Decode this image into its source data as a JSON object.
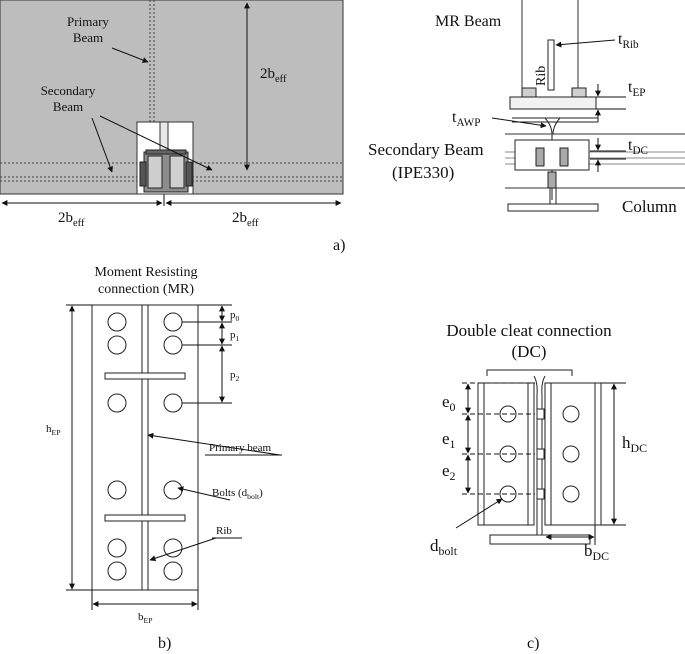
{
  "panel_a": {
    "label": "a)",
    "plan": {
      "primary_beam": [
        "Primary",
        "Beam"
      ],
      "secondary_beam": [
        "Secondary",
        "Beam"
      ],
      "dim_vertical": {
        "main": "2b",
        "sub": "eff"
      },
      "dim_left": {
        "main": "2b",
        "sub": "eff"
      },
      "dim_right": {
        "main": "2b",
        "sub": "eff"
      }
    },
    "section": {
      "mr_beam": "MR Beam",
      "rib": "Rib",
      "t_rib": {
        "main": "t",
        "sub": "Rib"
      },
      "t_ep": {
        "main": "t",
        "sub": "EP"
      },
      "t_awp": {
        "main": "t",
        "sub": "AWP"
      },
      "secondary_beam": "Secondary Beam",
      "ipe": "(IPE330)",
      "t_dc": {
        "main": "t",
        "sub": "DC"
      },
      "column": "Column"
    }
  },
  "panel_b": {
    "label": "b)",
    "title": [
      "Moment Resisting",
      "connection (MR)"
    ],
    "p0": {
      "main": "p",
      "sub": "0"
    },
    "p1": {
      "main": "p",
      "sub": "1"
    },
    "p2": {
      "main": "p",
      "sub": "2"
    },
    "h_ep": {
      "main": "h",
      "sub": "EP"
    },
    "b_ep": {
      "main": "b",
      "sub": "EP"
    },
    "primary_beam": "Primary beam",
    "bolts": {
      "main": "Bolts (d",
      "sub": "bolt",
      "tail": ")"
    },
    "rib": "Rib"
  },
  "panel_c": {
    "label": "c)",
    "title": [
      "Double cleat connection",
      "(DC)"
    ],
    "e0": {
      "main": "e",
      "sub": "0"
    },
    "e1": {
      "main": "e",
      "sub": "1"
    },
    "e2": {
      "main": "e",
      "sub": "2"
    },
    "h_dc": {
      "main": "h",
      "sub": "DC"
    },
    "b_dc": {
      "main": "b",
      "sub": "DC"
    },
    "d_bolt": {
      "main": "d",
      "sub": "bolt"
    }
  }
}
